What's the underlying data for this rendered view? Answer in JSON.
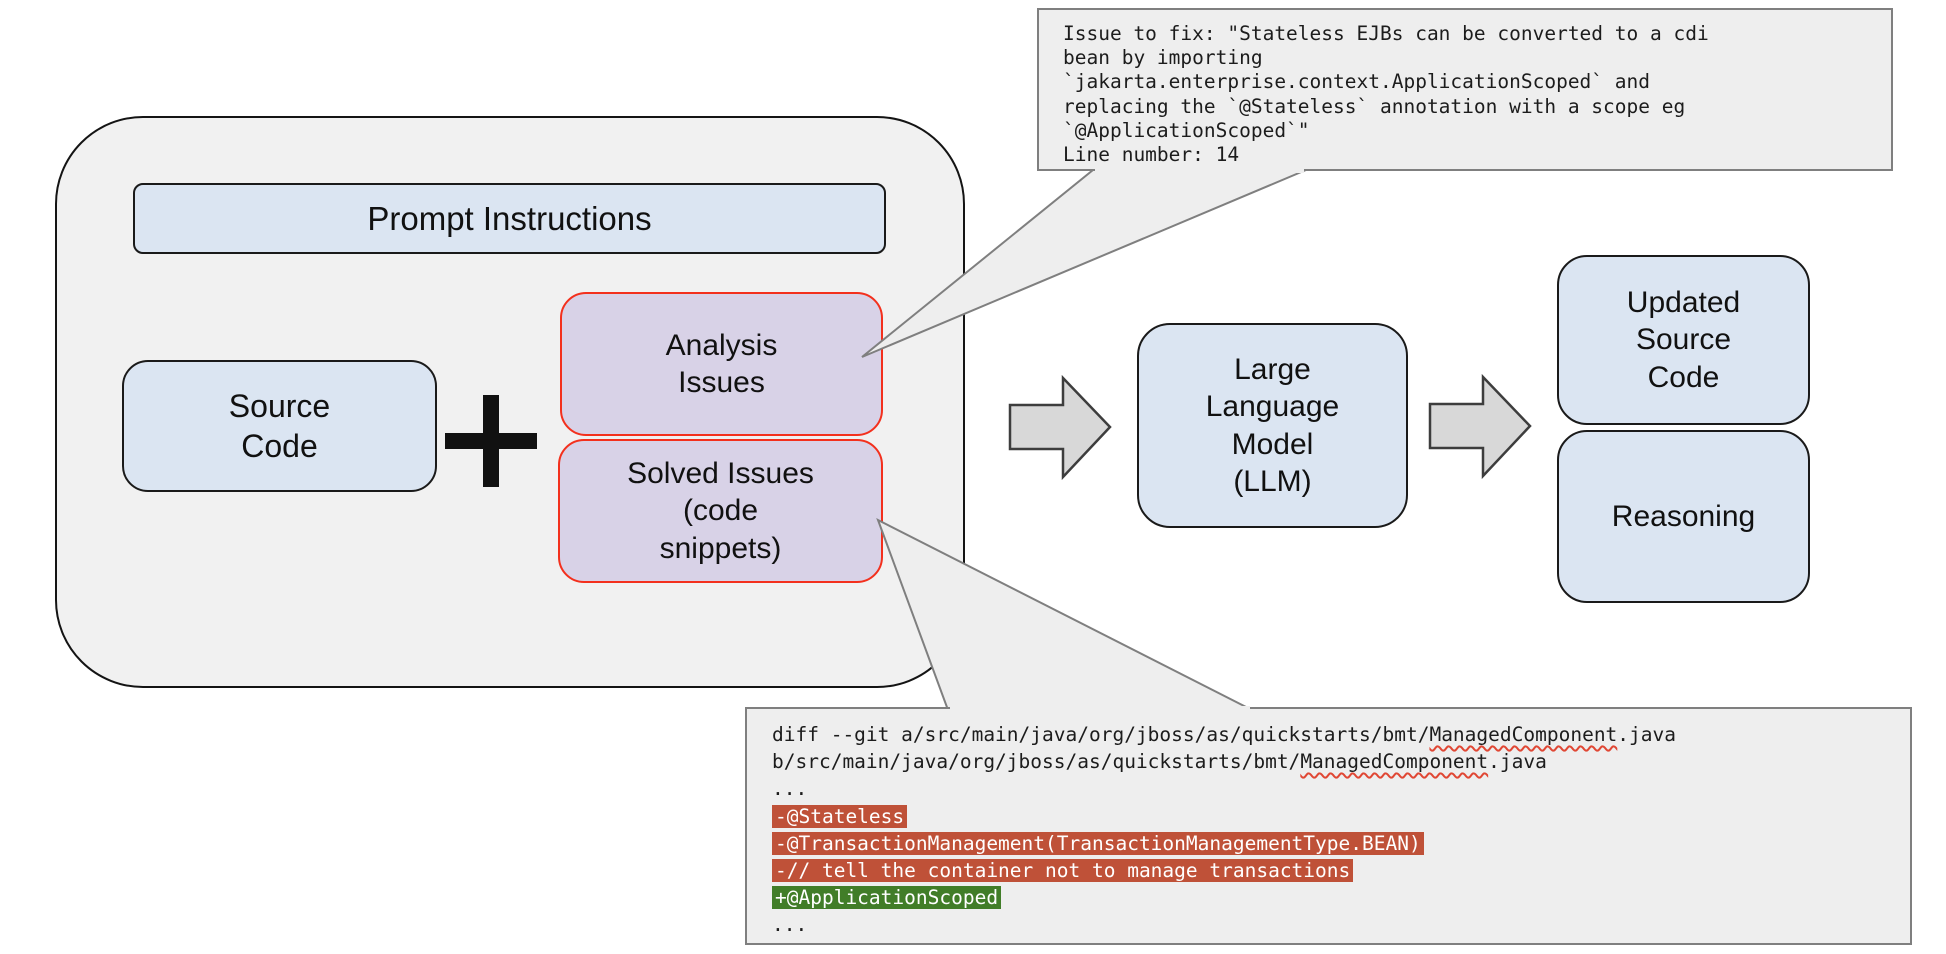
{
  "colors": {
    "box_blue": "#dbe5f2",
    "box_purple": "#d8d2e7",
    "purple_border_red": "#f3301d",
    "container_fill": "#f1f1f1",
    "callout_fill": "#eeeeee",
    "arrow_fill": "#d8d8d8",
    "diff_removed_bg": "#bf5138",
    "diff_added_bg": "#417d28"
  },
  "prompt_group": {
    "title": "Prompt Instructions",
    "source_code": [
      "Source",
      "Code"
    ],
    "plus": "+",
    "analysis_issues": [
      "Analysis",
      "Issues"
    ],
    "solved_issues": [
      "Solved Issues",
      "(code",
      "snippets)"
    ]
  },
  "flow": {
    "llm": [
      "Large",
      "Language",
      "Model",
      "(LLM)"
    ],
    "updated_source": [
      "Updated",
      "Source",
      "Code"
    ],
    "reasoning": [
      "Reasoning"
    ]
  },
  "callout_issue": {
    "lines": [
      "Issue to fix: \"Stateless EJBs can be converted to a cdi",
      "bean by importing",
      "`jakarta.enterprise.context.ApplicationScoped` and",
      "replacing the `@Stateless` annotation with a scope eg",
      "`@ApplicationScoped`\"",
      "Line number: 14"
    ]
  },
  "callout_diff": {
    "lines": [
      {
        "type": "plain",
        "parts": [
          {
            "text": "diff --git a/src/main/java/org/jboss/as/quickstarts/bmt/"
          },
          {
            "text": "ManagedComponent",
            "wavy": true
          },
          {
            "text": ".java"
          }
        ]
      },
      {
        "type": "plain",
        "parts": [
          {
            "text": "b/src/main/java/org/jboss/as/quickstarts/bmt/"
          },
          {
            "text": "ManagedComponent",
            "wavy": true
          },
          {
            "text": ".java"
          }
        ]
      },
      {
        "type": "plain",
        "parts": [
          {
            "text": "..."
          }
        ]
      },
      {
        "type": "del",
        "parts": [
          {
            "text": "-@Stateless"
          }
        ]
      },
      {
        "type": "del",
        "parts": [
          {
            "text": "-@TransactionManagement(TransactionManagementType.BEAN)"
          }
        ]
      },
      {
        "type": "del",
        "parts": [
          {
            "text": "-// tell the container not to manage transactions"
          }
        ]
      },
      {
        "type": "add",
        "parts": [
          {
            "text": "+@ApplicationScoped"
          }
        ]
      },
      {
        "type": "plain",
        "parts": [
          {
            "text": "..."
          }
        ]
      }
    ]
  }
}
